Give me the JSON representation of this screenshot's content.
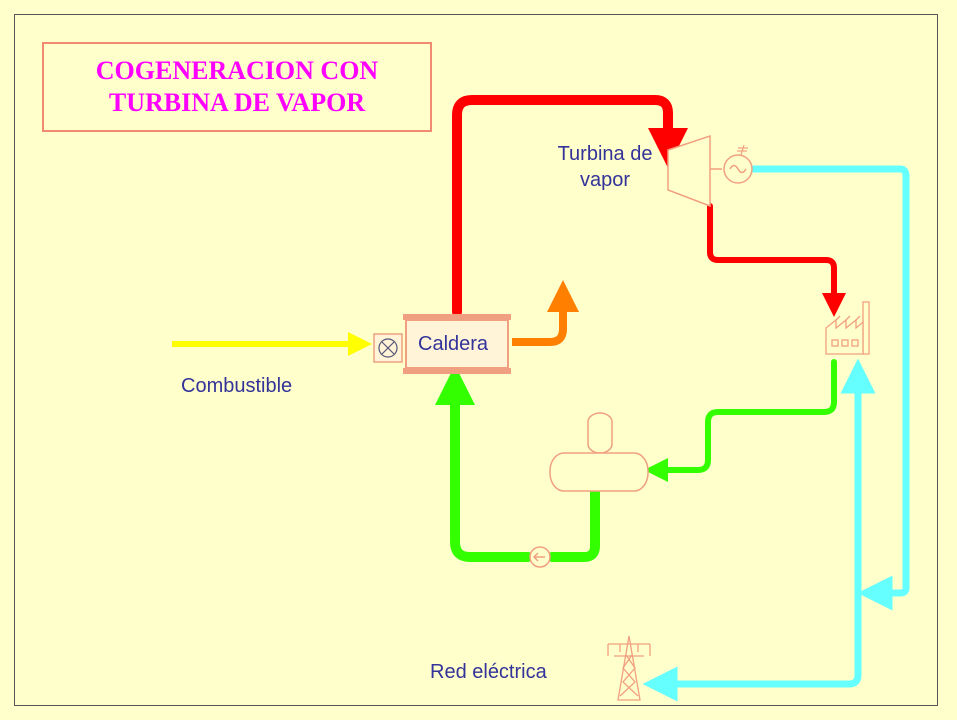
{
  "title": {
    "line1": "COGENERACION CON",
    "line2": "TURBINA DE VAPOR"
  },
  "labels": {
    "boiler": "Caldera",
    "fuel": "Combustible",
    "turbine_line1": "Turbina de",
    "turbine_line2": "vapor",
    "grid": "Red eléctrica"
  },
  "colors": {
    "background": "#ffffcc",
    "title_text": "#ff00ff",
    "title_border": "#f08a70",
    "label_text": "#33339a",
    "steam": "#ff0000",
    "condensate": "#33ff00",
    "fuel": "#ffff00",
    "exhaust": "#ff8000",
    "electricity": "#66ffff",
    "equipment": "#f0a080"
  }
}
